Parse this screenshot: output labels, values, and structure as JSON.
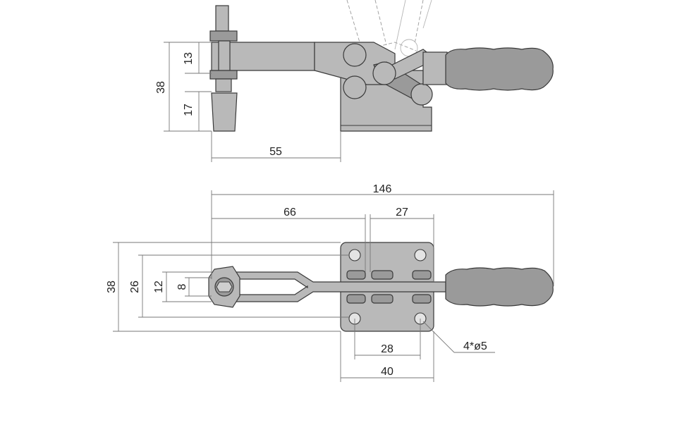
{
  "side_view": {
    "dims": {
      "upper_height": "13",
      "total_height": "38",
      "lower_height": "17",
      "reach": "55"
    }
  },
  "top_view": {
    "dims": {
      "overall_length": "146",
      "spindle_to_base": "66",
      "base_depth": "27",
      "width_outer": "38",
      "width_26": "26",
      "width_12": "12",
      "width_8": "8",
      "hole_spacing": "28",
      "base_width": "40",
      "holes_callout": "4*ø5"
    }
  }
}
